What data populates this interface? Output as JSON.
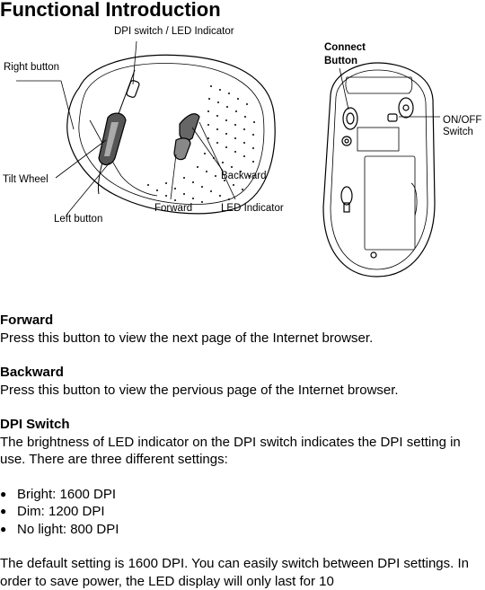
{
  "title": "Functional Introduction",
  "diagram": {
    "labels": {
      "dpi_switch_led": "DPI switch / LED Indicator",
      "right_button": "Right button",
      "tilt_wheel": "Tilt Wheel",
      "left_button": "Left button",
      "forward": "Forward",
      "backward": "Backward",
      "led_indicator": "LED Indicator",
      "connect_button": "Connect Button",
      "on_off_switch": "ON/OFF Switch"
    }
  },
  "sections": {
    "forward": {
      "heading": "Forward",
      "text": "Press this button to view the next page of the Internet browser."
    },
    "backward": {
      "heading": "Backward",
      "text": "Press this button to view the pervious page of the Internet browser."
    },
    "dpi_switch": {
      "heading": "DPI Switch",
      "text": "The brightness of LED indicator on the DPI switch indicates the DPI setting in use. There are three different settings:",
      "settings": [
        "Bright: 1600 DPI",
        "Dim: 1200 DPI",
        "No light: 800 DPI"
      ]
    },
    "default_note": "The default setting is 1600 DPI. You can easily switch between DPI settings. In order to save power, the LED display will only last for 10"
  }
}
